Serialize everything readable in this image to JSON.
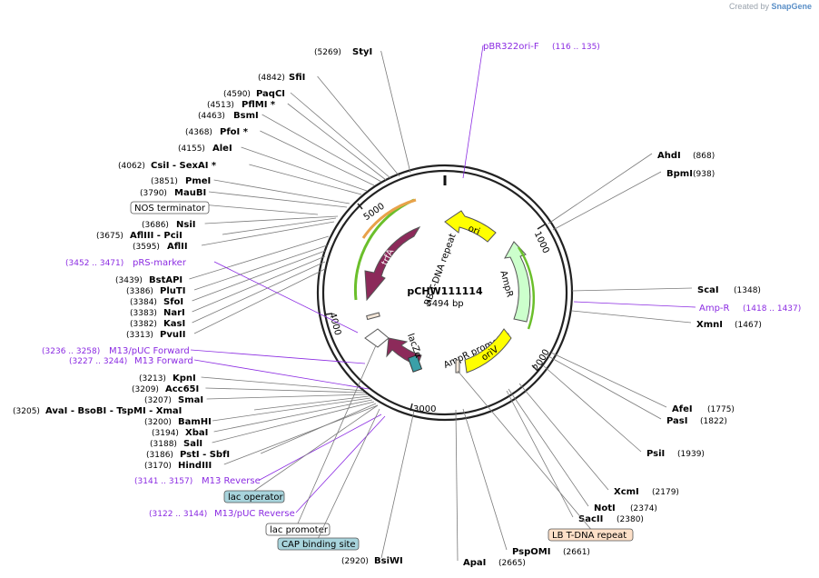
{
  "brand": {
    "prefix": "Created by",
    "name": "SnapGene"
  },
  "plasmid": {
    "name": "pCHW111114",
    "size": "5494 bp"
  },
  "ticks": [
    "1000",
    "2000",
    "3000",
    "4000",
    "5000"
  ],
  "features": {
    "ori": "ori",
    "ampr": "AmpR",
    "ampr_promoter": "AmpR promoter",
    "oriv": "oriV",
    "lacza": "lacZα",
    "trfa": "trfA",
    "rb": "RB T-DNA repeat"
  },
  "right_sites": [
    {
      "name": "AhdI",
      "pos": "(868)"
    },
    {
      "name": "BpmI",
      "pos": "(938)"
    },
    {
      "name": "ScaI",
      "pos": "(1348)"
    },
    {
      "name": "XmnI",
      "pos": "(1467)"
    },
    {
      "name": "AfeI",
      "pos": "(1775)"
    },
    {
      "name": "PasI",
      "pos": "(1822)"
    },
    {
      "name": "PsiI",
      "pos": "(1939)"
    },
    {
      "name": "XcmI",
      "pos": "(2179)"
    },
    {
      "name": "NotI",
      "pos": "(2374)"
    },
    {
      "name": "SacII",
      "pos": "(2380)"
    },
    {
      "name": "PspOMI",
      "pos": "(2661)"
    },
    {
      "name": "ApaI",
      "pos": "(2665)"
    },
    {
      "name": "BsiWI",
      "pos": "(2920)"
    }
  ],
  "left_sites": [
    {
      "name": "StyI",
      "pos": "(5269)"
    },
    {
      "name": "SfiI",
      "pos": "(4842)"
    },
    {
      "name": "PaqCI",
      "pos": "(4590)"
    },
    {
      "name": "PflMI *",
      "pos": "(4513)"
    },
    {
      "name": "BsmI",
      "pos": "(4463)"
    },
    {
      "name": "PfoI *",
      "pos": "(4368)"
    },
    {
      "name": "AleI",
      "pos": "(4155)"
    },
    {
      "name": "CsiI  -  SexAI *",
      "pos": "(4062)"
    },
    {
      "name": "PmeI",
      "pos": "(3851)"
    },
    {
      "name": "MauBI",
      "pos": "(3790)"
    },
    {
      "name": "NsiI",
      "pos": "(3686)"
    },
    {
      "name": "AflIII   - PciI",
      "pos": "(3675)"
    },
    {
      "name": "AflII",
      "pos": "(3595)"
    },
    {
      "name": "BstAPI",
      "pos": "(3439)"
    },
    {
      "name": "PluTI",
      "pos": "(3386)"
    },
    {
      "name": "SfoI",
      "pos": "(3384)"
    },
    {
      "name": "NarI",
      "pos": "(3383)"
    },
    {
      "name": "KasI",
      "pos": "(3382)"
    },
    {
      "name": "PvuII",
      "pos": "(3313)"
    },
    {
      "name": "KpnI",
      "pos": "(3213)"
    },
    {
      "name": "Acc65I",
      "pos": "(3209)"
    },
    {
      "name": "SmaI",
      "pos": "(3207)"
    },
    {
      "name": "AvaI    - BsoBI    - TspMI   - XmaI",
      "pos": "(3205)"
    },
    {
      "name": "BamHI",
      "pos": "(3200)"
    },
    {
      "name": "XbaI",
      "pos": "(3194)"
    },
    {
      "name": "SalI",
      "pos": "(3188)"
    },
    {
      "name": "PstI   - SbfI",
      "pos": "(3186)"
    },
    {
      "name": "HindIII",
      "pos": "(3170)"
    }
  ],
  "primers": [
    {
      "name": "pBR322ori-F",
      "range": "(116 .. 135)"
    },
    {
      "name": "Amp-R",
      "range": "(1418 .. 1437)"
    },
    {
      "name": "pRS-marker",
      "range": "(3452 .. 3471)"
    },
    {
      "name": "M13/pUC Forward",
      "range": "(3236 .. 3258)"
    },
    {
      "name": "M13 Forward",
      "range": "(3227 .. 3244)"
    },
    {
      "name": "M13 Reverse",
      "range": "(3141 .. 3157)"
    },
    {
      "name": "M13/pUC Reverse",
      "range": "(3122 .. 3144)"
    }
  ],
  "boxed_labels": {
    "nos_terminator": "NOS terminator",
    "lac_operator": "lac operator",
    "lac_promoter": "lac promoter",
    "cap_site": "CAP binding site",
    "lb_repeat": "LB T-DNA repeat"
  },
  "colors": {
    "backbone": "#222222",
    "enzyme_line": "#7a7a7a",
    "primer": "#8b2be2",
    "ori": "#ffff00",
    "ampr": "#ccffcc",
    "trfa": "#8c2a5a",
    "oriv": "#ffff00",
    "primer_arrow": "#6bbf2b",
    "lac_operator": "#a8d4dc",
    "lb_repeat": "#fde0c8"
  }
}
